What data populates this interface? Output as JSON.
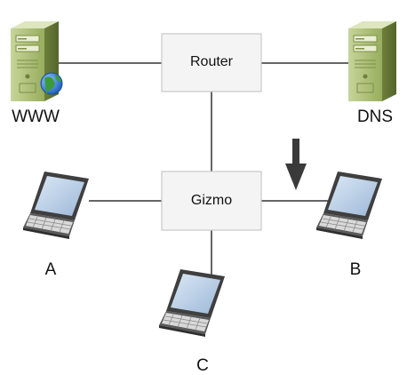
{
  "nodes": {
    "router": {
      "label": "Router",
      "icon": "router-box"
    },
    "gizmo": {
      "label": "Gizmo",
      "icon": "gizmo-box"
    },
    "www": {
      "label": "WWW",
      "icon": "server-globe-icon"
    },
    "dns": {
      "label": "DNS",
      "icon": "server-icon"
    },
    "laptop_a": {
      "label": "A",
      "icon": "laptop-icon"
    },
    "laptop_b": {
      "label": "B",
      "icon": "laptop-icon"
    },
    "laptop_c": {
      "label": "C",
      "icon": "laptop-icon"
    }
  },
  "links": [
    {
      "from": "www",
      "to": "router"
    },
    {
      "from": "router",
      "to": "dns"
    },
    {
      "from": "router",
      "to": "gizmo"
    },
    {
      "from": "laptop_a",
      "to": "gizmo"
    },
    {
      "from": "gizmo",
      "to": "laptop_b"
    },
    {
      "from": "gizmo",
      "to": "laptop_c"
    }
  ],
  "marker": {
    "icon": "arrow-down-icon",
    "points_to_link": "gizmo-laptop_b"
  },
  "colors": {
    "box_fill": "#f4f4f4",
    "box_border": "#c9c9c9",
    "line": "#333333",
    "arrow": "#3a3a3a",
    "server_green": "#a3b86b",
    "laptop_frame": "#3f3f3f",
    "laptop_screen": "#b9cfe6"
  }
}
